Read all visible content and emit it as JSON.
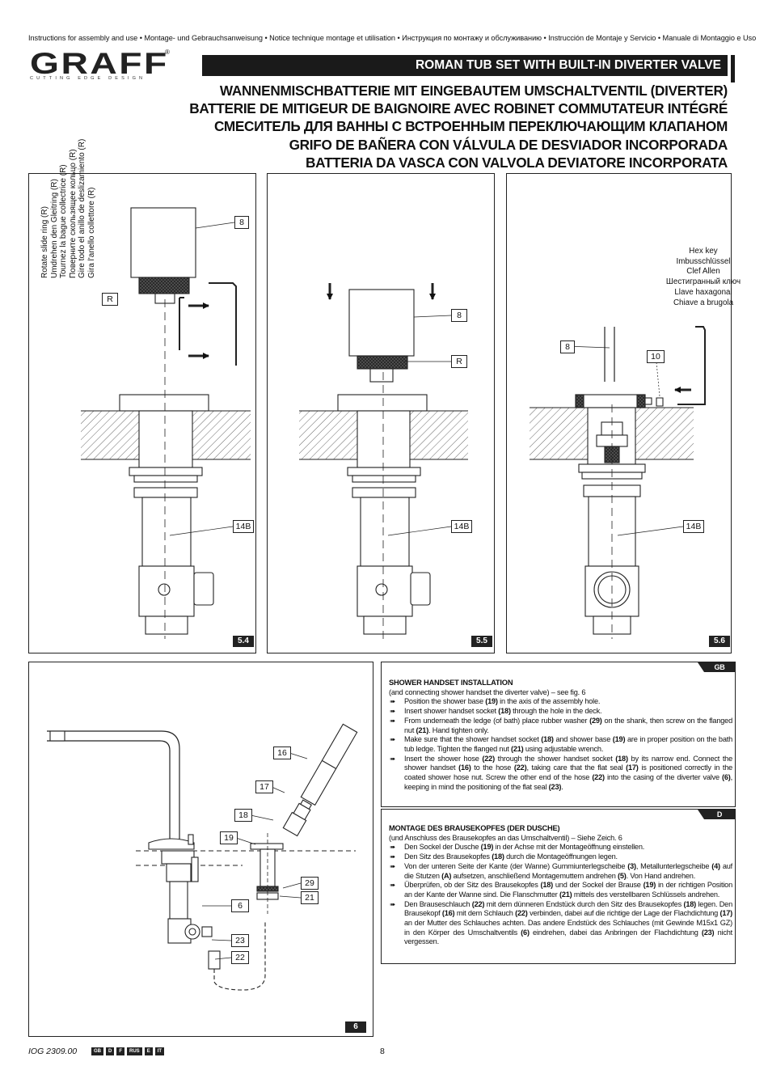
{
  "header": {
    "instructions_line": "Instructions for assembly and use • Montage- und Gebrauchsanweisung • Notice technique montage et utilisation • Инструкция по монтажу и обслуживанию • Instrucción de Montaje y Servicio • Manuale di Montaggio e Uso",
    "brand": "GRAFF",
    "brand_reg": "®",
    "brand_tagline": "CUTTING EDGE DESIGN",
    "banner_title": "ROMAN TUB SET WITH BUILT-IN DIVERTER VALVE",
    "titles": [
      "WANNENMISCHBATTERIE MIT EINGEBAUTEM UMSCHALTVENTIL (DIVERTER)",
      "BATTERIE DE MITIGEUR DE BAIGNOIRE AVEC ROBINET COMMUTATEUR INTÉGRÉ",
      "СМЕСИТЕЛЬ ДЛЯ ВАННЫ С ВСТРОЕННЫМ ПЕРЕКЛЮЧАЮЩИМ КЛАПАНОМ",
      "GRIFO DE BAÑERA CON VÁLVULA DE DESVIADOR INCORPORADA",
      "BATTERIA DA VASCA CON VALVOLA DEVIATORE INCORPORATA"
    ]
  },
  "fig54": {
    "tag": "5.4",
    "rotate_text": [
      "Rotate slide ring (R)",
      "Umdrehen den Gleitring (R)",
      "Tournez la bague collectrice (R)",
      "Поверните скользящее кольцо (R)",
      "Gire todo el anillo de deslizamiento (R)",
      "Gira l'anello collettore (R)"
    ],
    "label_8": "8",
    "label_r": "R",
    "label_14b": "14B"
  },
  "fig55": {
    "tag": "5.5",
    "label_8": "8",
    "label_r": "R",
    "label_14b": "14B"
  },
  "fig56": {
    "tag": "5.6",
    "hex_key": [
      "Hex key",
      "Imbusschlüssel",
      "Clef Allen",
      "Шестигранный ключ",
      "Llave haxagonal",
      "Chiave a brugola"
    ],
    "label_8": "8",
    "label_10": "10",
    "label_14b": "14B"
  },
  "fig6": {
    "tag": "6",
    "labels": {
      "l16": "16",
      "l17": "17",
      "l18": "18",
      "l19": "19",
      "l29": "29",
      "l21": "21",
      "l6": "6",
      "l23": "23",
      "l22": "22"
    }
  },
  "gb": {
    "tab": "GB",
    "heading": "SHOWER HANDSET INSTALLATION",
    "subheading": "(and connecting shower handset the diverter valve) – see fig. 6",
    "items": [
      "Position the shower base (19) in the axis of the assembly hole.",
      "Insert shower handset socket (18) through the hole in the deck.",
      "From underneath the ledge (of bath) place rubber washer (29) on the shank, then screw on the flanged nut (21). Hand tighten only.",
      "Make sure that the shower handset socket (18) and shower base (19) are in proper position on the bath tub ledge. Tighten the flanged nut (21) using adjustable wrench.",
      "Insert the shower hose (22) through the shower handset socket (18) by its narrow end. Connect the shower handset (16) to the hose (22), taking care that the flat seal (17) is positioned correctly in the coated shower hose nut. Screw the other end of the hose (22) into the casing of the diverter valve (6), keeping in mind the positioning of the flat seal (23)."
    ]
  },
  "de": {
    "tab": "D",
    "heading": "MONTAGE DES BRAUSEKOPFES (DER DUSCHE)",
    "subheading": "(und Anschluss des Brausekopfes an das Umschaltventil) – Siehe Zeich. 6",
    "items": [
      "Den Sockel der Dusche (19) in der Achse mit der Montageöffnung einstellen.",
      "Den Sitz des Brausekopfes (18) durch die Montageöffnungen legen.",
      "Von der unteren Seite der Kante (der Wanne) Gummiunterlegscheibe (3), Metallunterlegscheibe (4) auf die Stutzen (A) aufsetzen, anschließend Montagemuttern andrehen (5). Von Hand andrehen.",
      "Überprüfen, ob der Sitz des Brausekopfes (18) und der Sockel der Brause (19) in der richtigen Position an der Kante der Wanne sind. Die Flanschmutter (21) mittels des verstellbaren Schlüssels andrehen.",
      "Den Brauseschlauch (22) mit dem dünneren Endstück durch den Sitz des Brausekopfes (18) legen. Den Brausekopf (16) mit dem Schlauch (22) verbinden, dabei auf die richtige der Lage der Flachdichtung (17) an der Mutter des Schlauches achten. Das andere Endstück des Schlauches (mit Gewinde M15x1 GZ) in den Körper des Umschaltventils (6) eindrehen, dabei das Anbringen der Flachdichtung (23) nicht vergessen."
    ]
  },
  "footer": {
    "doc_code": "IOG 2309.00",
    "languages": [
      "GB",
      "D",
      "F",
      "RUS",
      "E",
      "IT"
    ],
    "page_number": "8"
  }
}
